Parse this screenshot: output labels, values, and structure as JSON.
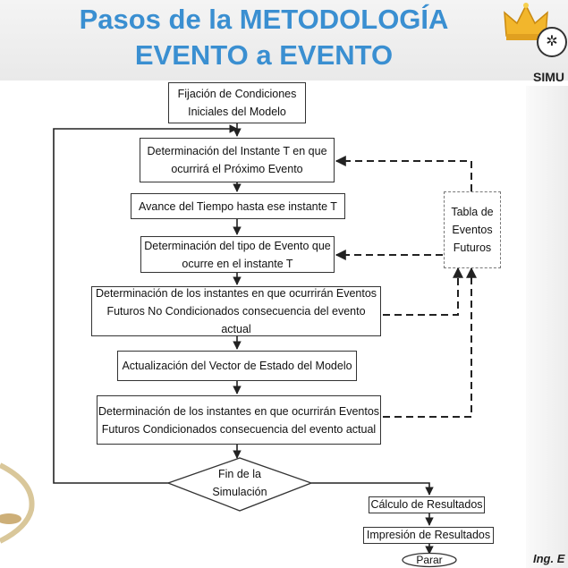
{
  "header": {
    "title_line1": "Pasos de la METODOLOGÍA",
    "title_line2": "EVENTO a EVENTO",
    "side_text": "SIMU",
    "footer_text": "Ing. E"
  },
  "steps": {
    "init": "Fijación de Condiciones\nIniciales del Modelo",
    "next_instant": "Determinación del Instante T en que\nocurrirá el Próximo Evento",
    "advance": "Avance del Tiempo hasta ese instante T",
    "event_type": "Determinación del tipo de Evento que\nocurre en el instante T",
    "unconditioned": "Determinación de los instantes en que ocurrirán Eventos\nFuturos No Condicionados consecuencia del evento actual",
    "state_update": "Actualización del Vector de Estado del Modelo",
    "conditioned": "Determinación de los instantes en que ocurrirán Eventos\nFuturos Condicionados consecuencia del evento actual",
    "end_decision": "Fin de la\nSimulación",
    "calc_results": "Cálculo de Resultados",
    "print_results": "Impresión de Resultados",
    "stop": "Parar"
  },
  "future_events_table": "Tabla de\nEventos\nFuturos",
  "colors": {
    "title": "#3a8fd1",
    "box_border": "#333333",
    "arrow": "#222222"
  }
}
